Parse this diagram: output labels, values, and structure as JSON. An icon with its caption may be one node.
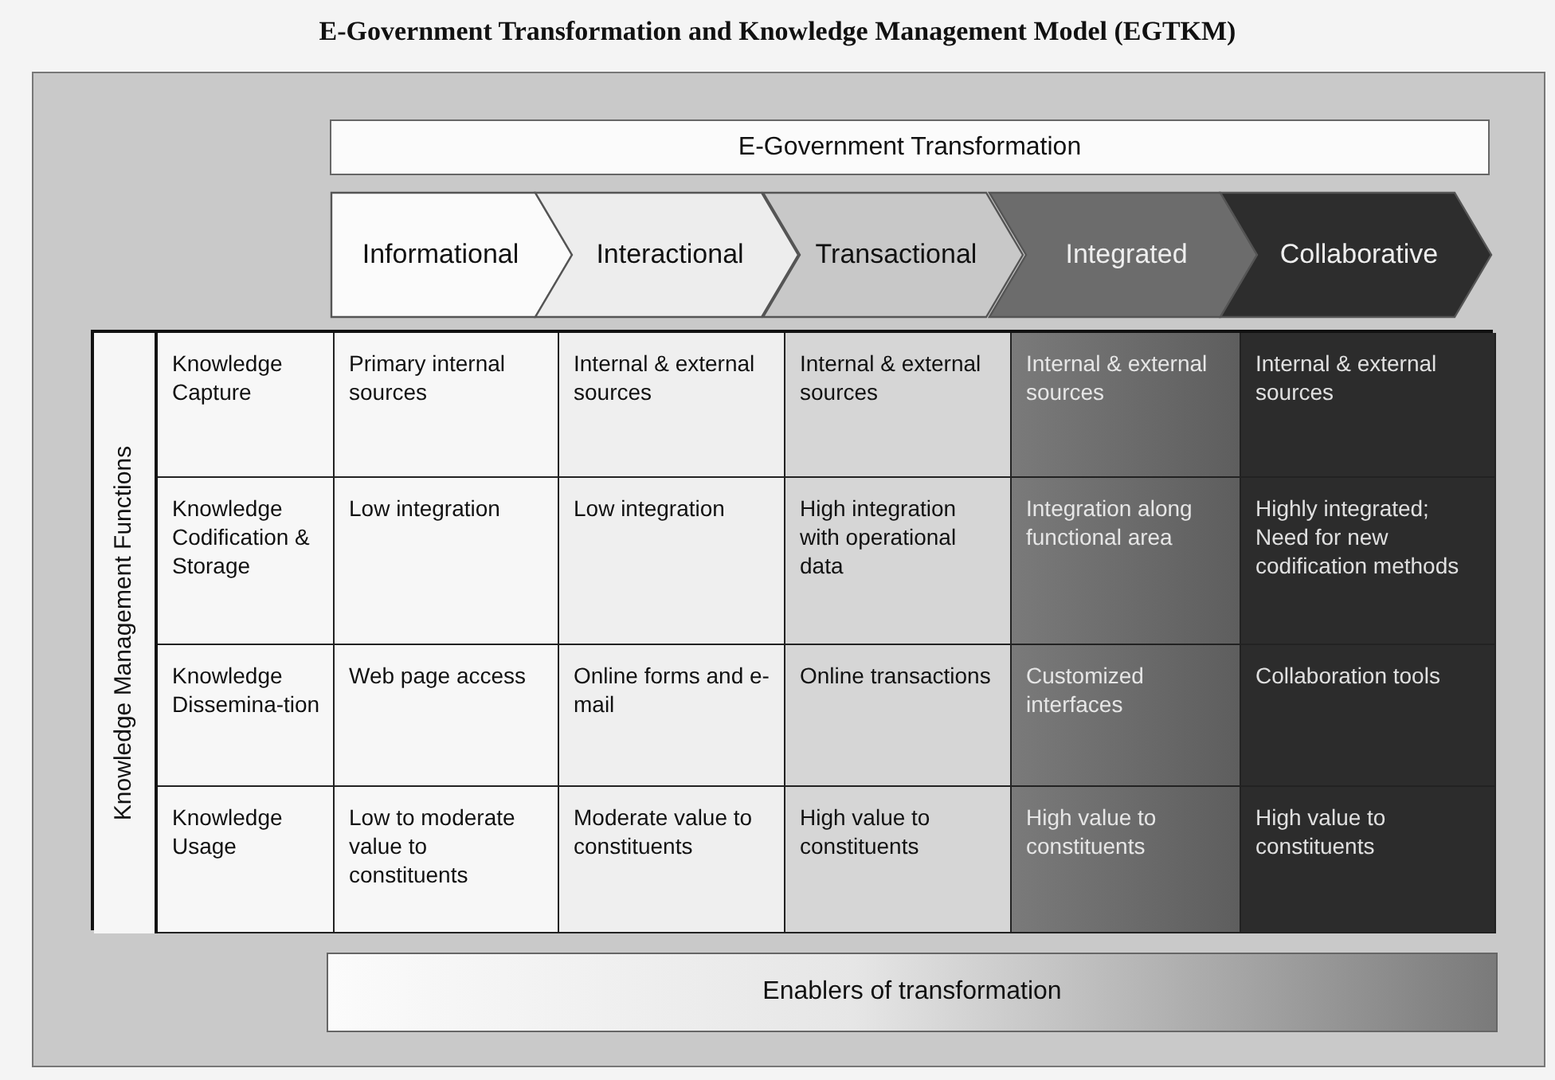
{
  "diagram": {
    "title": "E-Government Transformation and Knowledge Management Model (EGTKM)",
    "nodes": [
      {
        "text": [
          "E-Government Transformation"
        ]
      },
      {
        "text": [
          "Informational"
        ]
      },
      {
        "text": [
          "Interactional"
        ]
      },
      {
        "text": [
          "Transactional"
        ]
      },
      {
        "text": [
          "Integrated"
        ]
      },
      {
        "text": [
          "Collaborative"
        ]
      },
      {
        "text": [
          "Enablers of transformation"
        ]
      }
    ],
    "labels": [
      "Knowledge Management Functions",
      "Knowledge Capture",
      "Primary internal sources",
      "Internal & external sources",
      "Internal & external sources",
      "Internal & external sources",
      "Internal & external sources",
      "Knowledge Codification & Storage",
      "Low integration",
      "Low integration",
      "High integration with operational data",
      "Integration along functional area",
      "Highly integrated; Need for new codification methods",
      "Knowledge Dissemina-tion",
      "Web page access",
      "Online forms and e-mail",
      "Online transactions",
      "Customized interfaces",
      "Collaboration tools",
      "Knowledge Usage",
      "Low to moderate value to constituents",
      "Moderate value to constituents",
      "High value to constituents",
      "High value to constituents",
      "High value to constituents"
    ]
  }
}
